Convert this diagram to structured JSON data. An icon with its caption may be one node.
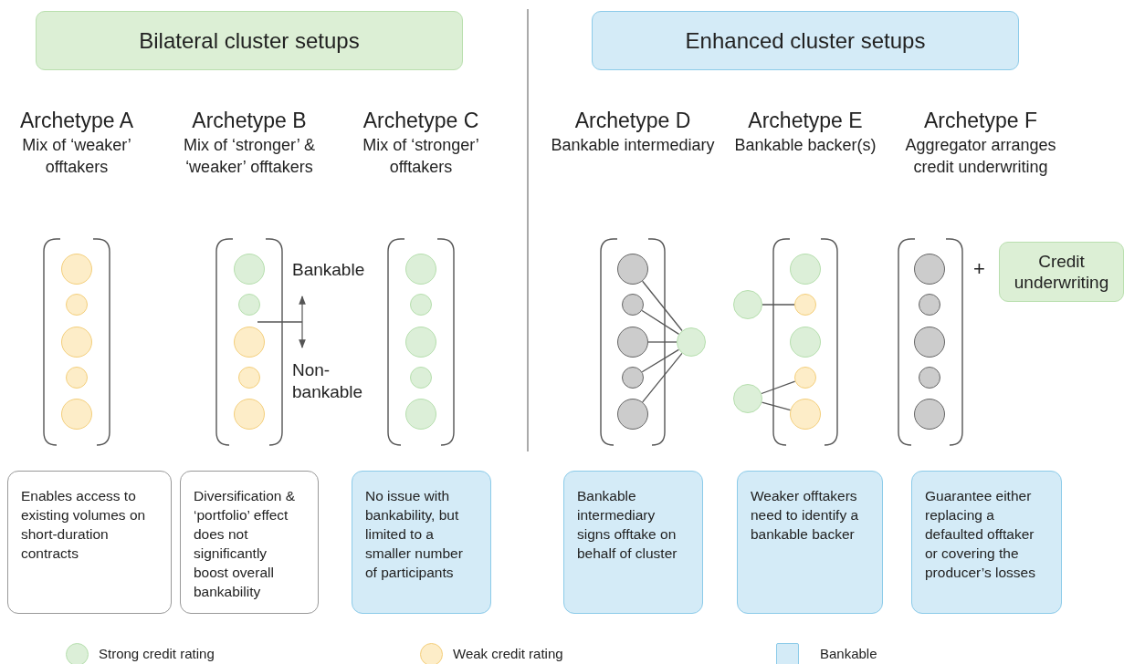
{
  "diagram": {
    "nodes": [
      {
        "text": [
          "Bilateral cluster setups"
        ]
      },
      {
        "text": [
          "Enhanced cluster setups"
        ]
      },
      {
        "text": [],
        "shape": "circle"
      },
      {
        "text": [],
        "shape": "circle"
      },
      {
        "text": [],
        "shape": "circle"
      },
      {
        "text": [],
        "shape": "circle"
      },
      {
        "text": [],
        "shape": "circle"
      },
      {
        "text": [],
        "shape": "circle"
      },
      {
        "text": [],
        "shape": "circle"
      },
      {
        "text": [],
        "shape": "circle"
      },
      {
        "text": [],
        "shape": "circle"
      },
      {
        "text": [],
        "shape": "circle"
      },
      {
        "text": [],
        "shape": "circle"
      },
      {
        "text": [],
        "shape": "circle"
      },
      {
        "text": [],
        "shape": "circle"
      },
      {
        "text": [],
        "shape": "circle"
      },
      {
        "text": [],
        "shape": "circle"
      },
      {
        "text": [],
        "shape": "circle"
      },
      {
        "text": [],
        "shape": "circle"
      },
      {
        "text": [],
        "shape": "circle"
      },
      {
        "text": [],
        "shape": "circle"
      },
      {
        "text": [],
        "shape": "circle"
      },
      {
        "text": [],
        "shape": "circle"
      },
      {
        "text": [],
        "shape": "circle"
      },
      {
        "text": [],
        "shape": "circle"
      },
      {
        "text": [],
        "shape": "circle"
      },
      {
        "text": [],
        "shape": "circle"
      },
      {
        "text": [],
        "shape": "circle"
      },
      {
        "text": [],
        "shape": "circle"
      },
      {
        "text": [],
        "shape": "circle"
      },
      {
        "text": [],
        "shape": "circle"
      },
      {
        "text": [],
        "shape": "circle"
      },
      {
        "text": [],
        "shape": "circle"
      },
      {
        "text": [],
        "shape": "circle"
      },
      {
        "text": [],
        "shape": "circle"
      },
      {
        "text": [
          "Credit underwriting"
        ]
      },
      {
        "text": [
          "Enables access to existing volumes on short-duration contracts"
        ]
      },
      {
        "text": [
          "Diversification & ‘portfolio’ effect does not significantly boost overall bankability"
        ]
      },
      {
        "text": [
          "No issue with bankability, but limited to a smaller number of participants"
        ]
      },
      {
        "text": [
          "Bankable intermediary signs offtake on behalf of cluster"
        ]
      },
      {
        "text": [
          "Weaker offtakers need to identify a bankable backer"
        ]
      },
      {
        "text": [
          "Guarantee either replacing a defaulted offtaker or covering the producer’s losses"
        ]
      }
    ],
    "edges": [
      {
        "from": 17,
        "to": 22,
        "arrow": "none"
      },
      {
        "from": 18,
        "to": 22,
        "arrow": "none"
      },
      {
        "from": 19,
        "to": 22,
        "arrow": "none"
      },
      {
        "from": 20,
        "to": 22,
        "arrow": "none"
      },
      {
        "from": 21,
        "to": 22,
        "arrow": "none"
      },
      {
        "from": 23,
        "to": 26,
        "arrow": "none"
      },
      {
        "from": 24,
        "to": 28,
        "arrow": "none"
      },
      {
        "from": 24,
        "to": 29,
        "arrow": "none"
      }
    ],
    "labels": [
      "Archetype A",
      "Mix of ‘weaker’ offtakers",
      "Archetype B",
      "Mix of ‘stronger’ & ‘weaker’ offtakers",
      "Archetype C",
      "Mix of ‘stronger’ offtakers",
      "Archetype D",
      "Bankable intermediary",
      "Archetype E",
      "Bankable backer(s)",
      "Archetype F",
      "Aggregator arranges credit underwriting",
      "Bankable",
      "Non-bankable",
      "+"
    ],
    "legend": [
      {
        "text": "Strong credit rating",
        "color": "#dcefd8"
      },
      {
        "text": "Weak credit rating",
        "color": "#fdedc8"
      },
      {
        "text": "Bankable",
        "color": "#d4ebf7"
      }
    ]
  }
}
